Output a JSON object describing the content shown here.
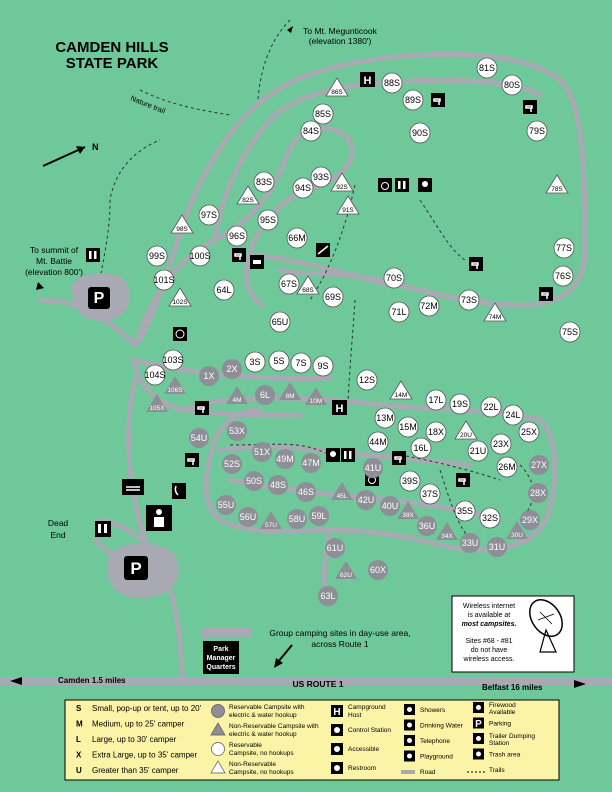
{
  "title": [
    "CAMDEN HILLS",
    "STATE PARK"
  ],
  "labels": {
    "megunticook": [
      "To Mt. Megunticook",
      "(elevation 1380')"
    ],
    "battie": [
      "To summit of",
      "Mt. Battie",
      "(elevation 800')"
    ],
    "nature_trail": "Nature trail",
    "north": "N",
    "dead_end": [
      "Dead",
      "End"
    ],
    "group_camping": [
      "Group camping sites in day-use area,",
      "across Route 1"
    ],
    "park_manager": [
      "Park",
      "Manager",
      "Quarters"
    ],
    "camden": "Camden 1.5 miles",
    "route1": "US ROUTE 1",
    "belfast": "Belfast 16 miles",
    "parking": "P",
    "campground_host": "H"
  },
  "wireless": [
    "Wireless internet",
    "is available at",
    "most campsites.",
    "",
    "Sites #68 - #81",
    "do not have",
    "wireless access."
  ],
  "sites_circle_white": [
    "88S",
    "81S",
    "80S",
    "89S",
    "85S",
    "90S",
    "84S",
    "79S",
    "83S",
    "94S",
    "93S",
    "97S",
    "95S",
    "96S",
    "66M",
    "99S",
    "100S",
    "101S",
    "70S",
    "77S",
    "76S",
    "67S",
    "69S",
    "64L",
    "65U",
    "73S",
    "72M",
    "71L",
    "75S",
    "103S",
    "104S",
    "3S",
    "5S",
    "7S",
    "9S",
    "12S",
    "17L",
    "19S",
    "22L",
    "24L",
    "13M",
    "15M",
    "18X",
    "16L",
    "21U",
    "23X",
    "25X",
    "26M",
    "44M",
    "39S",
    "37S",
    "35S",
    "32S"
  ],
  "sites_circle_gray": [
    "1X",
    "2X",
    "6L",
    "53X",
    "54U",
    "51X",
    "49M",
    "47M",
    "52S",
    "50S",
    "48S",
    "46S",
    "42U",
    "40U",
    "41U",
    "55U",
    "56U",
    "58U",
    "59L",
    "61U",
    "60X",
    "63L",
    "36U",
    "33U",
    "31U",
    "29X",
    "28X",
    "27X"
  ],
  "sites_tri_white": [
    "86S",
    "82S",
    "92S",
    "91S",
    "98S",
    "102S",
    "68S",
    "78S",
    "74M",
    "14M",
    "20U"
  ],
  "sites_tri_gray": [
    "106S",
    "105X",
    "4M",
    "8M",
    "10M",
    "45L",
    "57U",
    "38X",
    "34X",
    "30U",
    "62U"
  ],
  "legend": {
    "codes": [
      {
        "code": "S",
        "desc": "Small, pop-up or tent, up to 20'"
      },
      {
        "code": "M",
        "desc": "Medium, up to 25' camper"
      },
      {
        "code": "L",
        "desc": "Large, up to 30' camper"
      },
      {
        "code": "X",
        "desc": "Extra Large, up to 35' camper"
      },
      {
        "code": "U",
        "desc": "Greater than 35' camper"
      }
    ],
    "symbols": [
      {
        "icon": "gray-circle",
        "label": [
          "Reservable Campsite with",
          "electric & water hookup"
        ]
      },
      {
        "icon": "gray-triangle",
        "label": [
          "Non-Reservable Campsite with",
          "electric & water hookup"
        ]
      },
      {
        "icon": "white-circle",
        "label": [
          "Reservable",
          "Campsite, no hookups"
        ]
      },
      {
        "icon": "white-triangle",
        "label": [
          "Non-Reservable",
          "Campsite, no hookups"
        ]
      }
    ],
    "amenities1": [
      {
        "icon": "H",
        "label": [
          "Campground",
          "Host"
        ]
      },
      {
        "icon": "control-station",
        "label": [
          "Control Station"
        ]
      },
      {
        "icon": "accessible",
        "label": [
          "Accessible"
        ]
      },
      {
        "icon": "restroom",
        "label": [
          "Restroom"
        ]
      }
    ],
    "amenities2": [
      {
        "icon": "showers",
        "label": "Showers"
      },
      {
        "icon": "drinking-water",
        "label": "Drinking Water"
      },
      {
        "icon": "telephone",
        "label": "Telephone"
      },
      {
        "icon": "playground",
        "label": "Playground"
      },
      {
        "icon": "road",
        "label": "Road"
      }
    ],
    "amenities3": [
      {
        "icon": "firewood",
        "label": [
          "Firewood",
          "Available"
        ]
      },
      {
        "icon": "P",
        "label": [
          "Parking"
        ]
      },
      {
        "icon": "dump",
        "label": [
          "Trailer Dumping",
          "Station"
        ]
      },
      {
        "icon": "trash",
        "label": [
          "Trash area"
        ]
      },
      {
        "icon": "trails",
        "label": [
          "Trails"
        ]
      }
    ]
  },
  "colors": {
    "background": "#6ec89a",
    "road": "#a9a9b3",
    "gray_site": "#8e8e96",
    "white_site": "#ffffff"
  }
}
